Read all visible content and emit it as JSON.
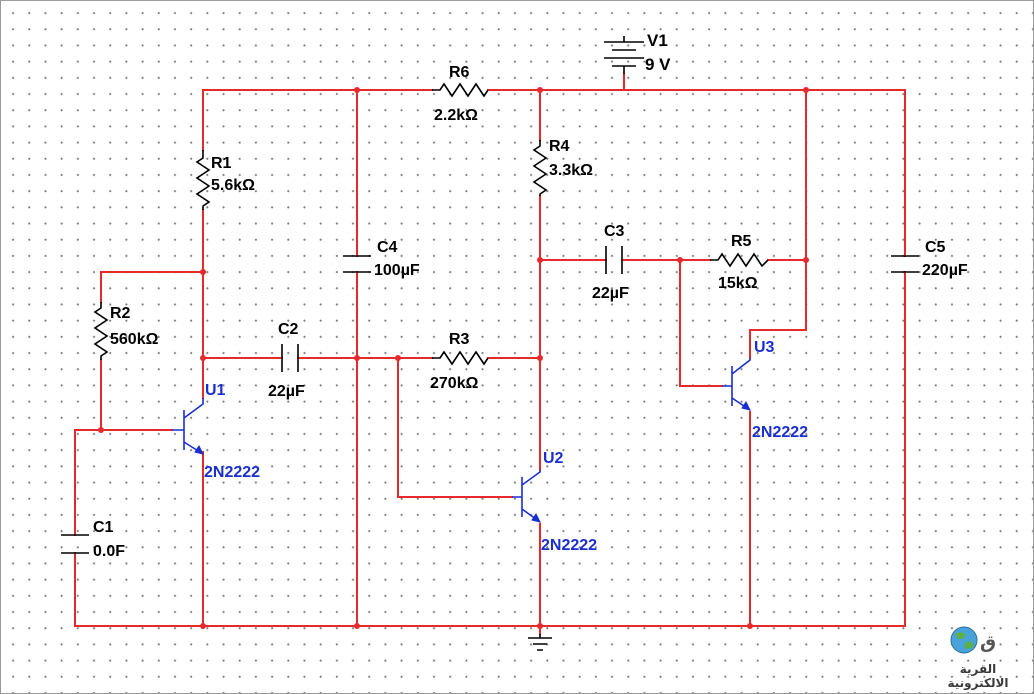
{
  "components": {
    "V1": {
      "ref": "V1",
      "value": "9 V"
    },
    "R1": {
      "ref": "R1",
      "value": "5.6kΩ"
    },
    "R2": {
      "ref": "R2",
      "value": "560kΩ"
    },
    "R3": {
      "ref": "R3",
      "value": "270kΩ"
    },
    "R4": {
      "ref": "R4",
      "value": "3.3kΩ"
    },
    "R5": {
      "ref": "R5",
      "value": "15kΩ"
    },
    "R6": {
      "ref": "R6",
      "value": "2.2kΩ"
    },
    "C1": {
      "ref": "C1",
      "value": "0.0F"
    },
    "C2": {
      "ref": "C2",
      "value": "22µF"
    },
    "C3": {
      "ref": "C3",
      "value": "22µF"
    },
    "C4": {
      "ref": "C4",
      "value": "100µF"
    },
    "C5": {
      "ref": "C5",
      "value": "220µF"
    },
    "U1": {
      "ref": "U1",
      "model": "2N2222"
    },
    "U2": {
      "ref": "U2",
      "model": "2N2222"
    },
    "U3": {
      "ref": "U3",
      "model": "2N2222"
    }
  },
  "watermark": {
    "text": "القرية الالكترونية"
  },
  "colors": {
    "wire": "#e8292c",
    "part": "#000000",
    "transistor": "#1a2fd0",
    "grid_dot": "#7a7a7a"
  }
}
